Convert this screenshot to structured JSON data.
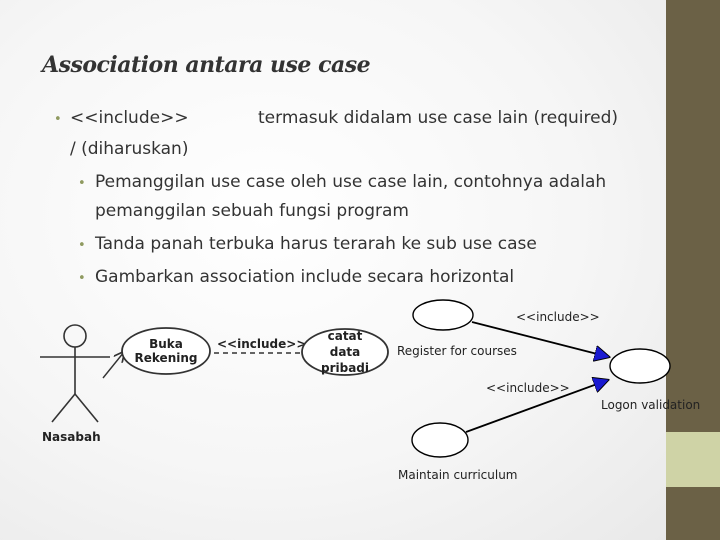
{
  "title": "Association antara use case",
  "bullets": {
    "main_tag": "<<include>>",
    "main_text": "termasuk didalam use case lain (required)",
    "main_cont": "/ (diharuskan)",
    "sub1_a": "Pemanggilan use case oleh use case lain, contohnya adalah",
    "sub1_b": "pemanggilan sebuah fungsi program",
    "sub2": "Tanda panah terbuka harus terarah ke sub use case",
    "sub3": "Gambarkan association include secara horizontal"
  },
  "left_diagram": {
    "actor": "Nasabah",
    "usecase1_l1": "Buka",
    "usecase1_l2": "Rekening",
    "include": "<<include>>",
    "usecase2_l1": "catat",
    "usecase2_l2": "data",
    "usecase2_l3": "pribadi"
  },
  "right_diagram": {
    "register": "Register for courses",
    "include_top": "<<include>>",
    "include_bottom": "<<include>>",
    "logon": "Logon validation",
    "maintain": "Maintain curriculum",
    "arrow_color": "#1a1ad0"
  }
}
